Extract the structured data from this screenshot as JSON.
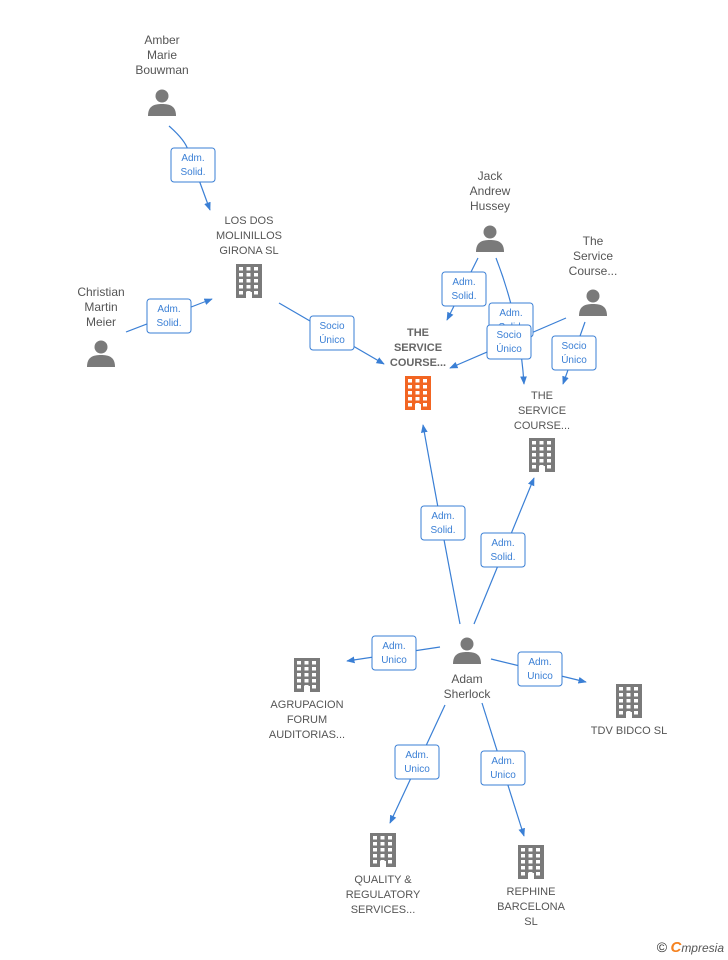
{
  "nodes": {
    "amber": {
      "type": "person",
      "label": [
        "Amber",
        "Marie",
        "Bouwman"
      ]
    },
    "christian": {
      "type": "person",
      "label": [
        "Christian",
        "Martin",
        "Meier"
      ]
    },
    "losdos": {
      "type": "company",
      "label": [
        "LOS DOS",
        "MOLINILLOS",
        "GIRONA  SL"
      ]
    },
    "jack": {
      "type": "person",
      "label": [
        "Jack",
        "Andrew",
        "Hussey"
      ]
    },
    "servicecourse_person": {
      "type": "person",
      "label": [
        "The",
        "Service",
        "Course..."
      ]
    },
    "main": {
      "type": "company-main",
      "label": [
        "THE",
        "SERVICE",
        "COURSE..."
      ]
    },
    "servicecourse2": {
      "type": "company",
      "label": [
        "THE",
        "SERVICE",
        "COURSE..."
      ]
    },
    "adam": {
      "type": "person",
      "label": [
        "Adam",
        "Sherlock"
      ]
    },
    "agrupacion": {
      "type": "company",
      "label": [
        "AGRUPACION",
        "FORUM",
        "AUDITORIAS..."
      ]
    },
    "tdv": {
      "type": "company",
      "label": [
        "TDV BIDCO  SL"
      ]
    },
    "quality": {
      "type": "company",
      "label": [
        "QUALITY &",
        "REGULATORY",
        "SERVICES..."
      ]
    },
    "rephine": {
      "type": "company",
      "label": [
        "REPHINE",
        "BARCELONA",
        "SL"
      ]
    }
  },
  "edges": [
    {
      "id": "amber-losdos",
      "label": [
        "Adm.",
        "Solid."
      ]
    },
    {
      "id": "christian-losdos",
      "label": [
        "Adm.",
        "Solid."
      ]
    },
    {
      "id": "losdos-main",
      "label": [
        "Socio",
        "Único"
      ]
    },
    {
      "id": "jack-main",
      "label": [
        "Adm.",
        "Solid."
      ]
    },
    {
      "id": "jack-sc2",
      "label": [
        "Adm.",
        "Solid."
      ]
    },
    {
      "id": "scp-main",
      "label": [
        "Socio",
        "Único"
      ]
    },
    {
      "id": "scp-sc2",
      "label": [
        "Socio",
        "Único"
      ]
    },
    {
      "id": "adam-main",
      "label": [
        "Adm.",
        "Solid."
      ]
    },
    {
      "id": "adam-sc2",
      "label": [
        "Adm.",
        "Solid."
      ]
    },
    {
      "id": "adam-agrupacion",
      "label": [
        "Adm.",
        "Unico"
      ]
    },
    {
      "id": "adam-tdv",
      "label": [
        "Adm.",
        "Unico"
      ]
    },
    {
      "id": "adam-quality",
      "label": [
        "Adm.",
        "Unico"
      ]
    },
    {
      "id": "adam-rephine",
      "label": [
        "Adm.",
        "Unico"
      ]
    }
  ],
  "colors": {
    "edge": "#3a7fd5",
    "node_icon": "#7a7a7a",
    "main_icon": "#f26522"
  },
  "footer": {
    "copyright": "©",
    "brand_first": "C",
    "brand_rest": "mpresia"
  }
}
